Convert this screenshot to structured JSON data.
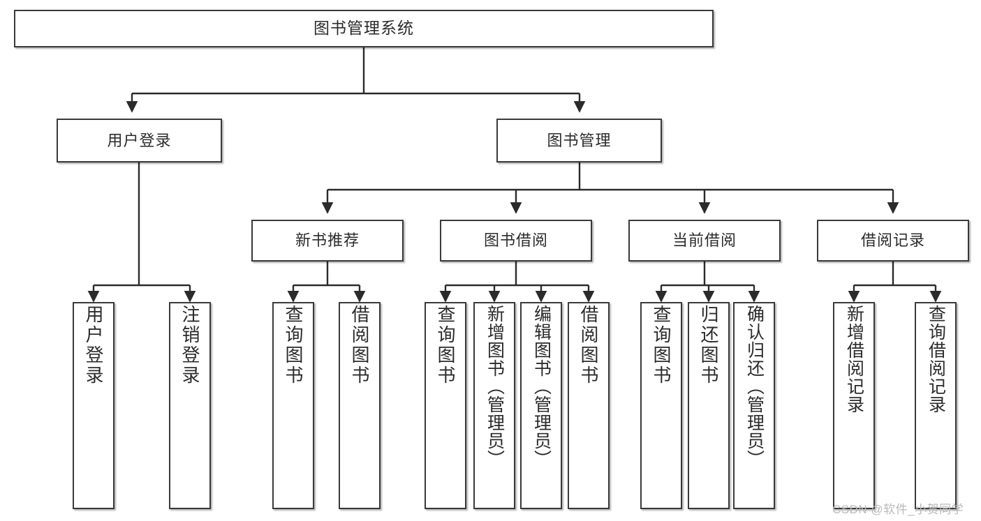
{
  "diagram": {
    "type": "tree",
    "title": "图书管理系统",
    "style": {
      "box_fill": "#ffffff",
      "box_stroke": "#3a3a3a",
      "line_color": "#2b2b2b",
      "text_color": "#2b2b2b",
      "background": "#ffffff"
    },
    "levels": {
      "root": {
        "label": "图书管理系统"
      },
      "level2": [
        {
          "label": "用户登录"
        },
        {
          "label": "图书管理"
        }
      ],
      "level3": [
        {
          "label": "新书推荐"
        },
        {
          "label": "图书借阅"
        },
        {
          "label": "当前借阅"
        },
        {
          "label": "借阅记录"
        }
      ],
      "leaves": {
        "用户登录": [
          {
            "label": "用户登录"
          },
          {
            "label": "注销登录"
          }
        ],
        "新书推荐": [
          {
            "label": "查询图书"
          },
          {
            "label": "借阅图书"
          }
        ],
        "图书借阅": [
          {
            "label": "查询图书"
          },
          {
            "label": "新增图书（管理员）"
          },
          {
            "label": "编辑图书（管理员）"
          },
          {
            "label": "借阅图书"
          }
        ],
        "当前借阅": [
          {
            "label": "查询图书"
          },
          {
            "label": "归还图书"
          },
          {
            "label": "确认归还（管理员）"
          }
        ],
        "借阅记录": [
          {
            "label": "新增借阅记录"
          },
          {
            "label": "查询借阅记录"
          }
        ]
      }
    },
    "nodes": {
      "root": "图书管理系统",
      "user_login": "用户登录",
      "book_mgmt": "图书管理",
      "new_book_rec": "新书推荐",
      "book_borrow": "图书借阅",
      "current_borrow": "当前借阅",
      "borrow_record": "借阅记录",
      "leaf_user_login": "用户登录",
      "leaf_logout": "注销登录",
      "leaf_query_book_1": "查询图书",
      "leaf_borrow_book_1": "借阅图书",
      "leaf_query_book_2": "查询图书",
      "leaf_add_book": "新增图书（管理员）",
      "leaf_edit_book": "编辑图书（管理员）",
      "leaf_borrow_book_2": "借阅图书",
      "leaf_query_book_3": "查询图书",
      "leaf_return_book": "归还图书",
      "leaf_confirm_return": "确认归还（管理员）",
      "leaf_add_record": "新增借阅记录",
      "leaf_query_record": "查询借阅记录"
    }
  },
  "watermark": {
    "text": "CSDN @软件_小贺同学"
  }
}
